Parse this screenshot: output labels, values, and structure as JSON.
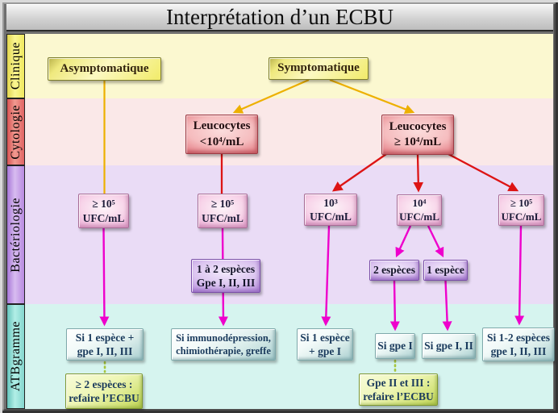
{
  "title": "Interprétation d’un ECBU",
  "sidebar": {
    "rows": [
      {
        "label": "Clinique"
      },
      {
        "label": "Cytologie"
      },
      {
        "label": "Bactériologie"
      },
      {
        "label": "ATBgramme"
      }
    ]
  },
  "boxes": {
    "asym": "Asymptomatique",
    "symp": "Symptomatique",
    "leuco_lt": "Leucocytes\n<10⁴/mL",
    "leuco_ge": "Leucocytes\n≥ 10⁴/mL",
    "b1": "≥ 10⁵\nUFC/mL",
    "b2": "≥ 10⁵\nUFC/mL",
    "b3": "10³\nUFC/mL",
    "b4": "10⁴\nUFC/mL",
    "b5": "≥ 10⁵\nUFC/mL",
    "p1": "1 à 2 espèces\nGpe I, II, III",
    "p2": "2 espèces",
    "p3": "1 espèce",
    "a1": "Si 1 espèce +\ngpe I, II, III",
    "a2": "Si immunodépression,\nchimiothérapie, greffe",
    "a3": "Si 1 espèce\n+ gpe I",
    "a4": "Si gpe I",
    "a5": "Si gpe I, II",
    "a6": "Si 1-2 espèces\ngpe I, II, III",
    "g1": "≥ 2 espèces :\nrefaire l’ECBU",
    "g2": "Gpe II et III :\nrefaire l’ECBU"
  },
  "colors": {
    "gold_arrow": "#edb000",
    "red_arrow": "#dd1414",
    "magenta_arrow": "#ee00cc",
    "green_link": "#a6c53e",
    "band_clinique": "#fbf8d0",
    "band_cytologie": "#fae8e8",
    "band_bacteriologie": "#eadcf6",
    "band_atbgramme": "#d6f4ef"
  }
}
